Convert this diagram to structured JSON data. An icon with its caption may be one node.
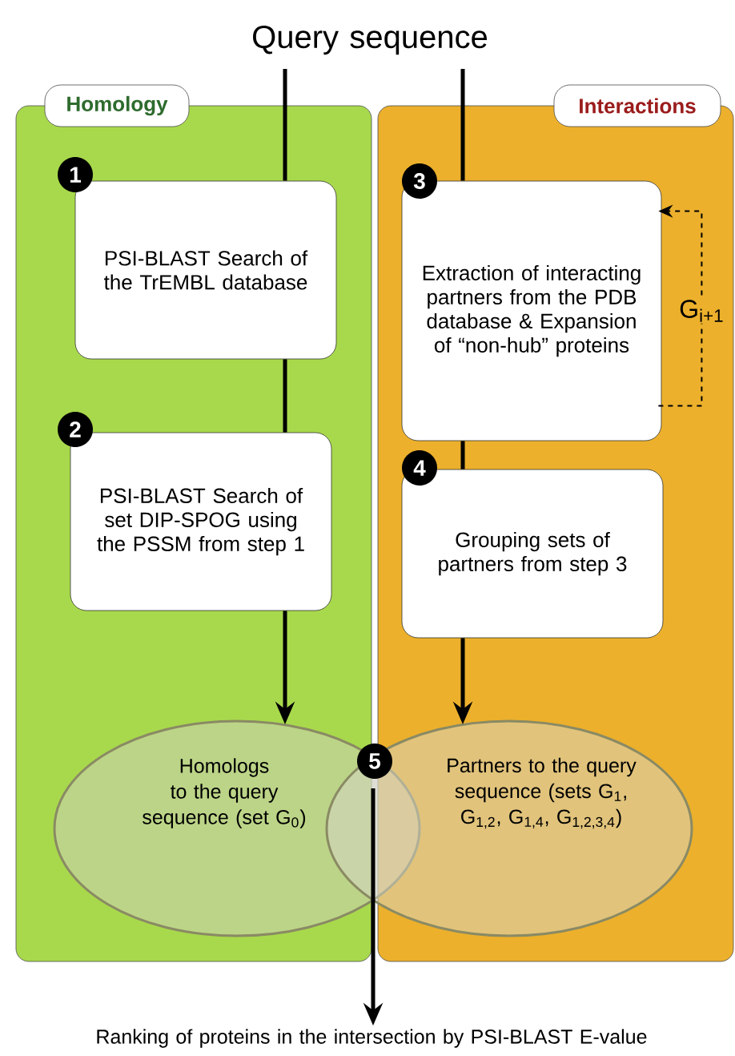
{
  "diagram": {
    "nodes": [
      {
        "text": [
          "Homology"
        ]
      },
      {
        "text": [
          "PSI-BLAST Search of the TrEMBL database"
        ],
        "in": 0,
        "beside": [
          "1"
        ]
      },
      {
        "text": [
          "PSI-BLAST Search of set DIP-SPOG using the PSSM from step 1"
        ],
        "in": 0,
        "beside": [
          "2"
        ]
      },
      {
        "text": [
          "Interactions"
        ]
      },
      {
        "text": [
          "Extraction of interacting partners from the PDB database & Expansion of “non-hub” proteins"
        ],
        "in": 3,
        "beside": [
          "3"
        ]
      },
      {
        "text": [
          "Grouping sets of partners from step 3"
        ],
        "in": 3,
        "beside": [
          "4"
        ]
      },
      {
        "text": [
          "Homologs to the query sequence (set G$_{0}$)"
        ]
      },
      {
        "text": [
          "Partners to the query sequence (sets G$_{1}$, G$_{1,2}$, G$_{1,4}$, G$_{1,2,3,4}$)"
        ]
      },
      {
        "text": [
          "Query sequence"
        ]
      },
      {
        "text": [
          "Ranking of proteins in the intersection by PSI-BLAST E-value"
        ]
      }
    ],
    "edges": [
      {
        "from": 8,
        "to": 1,
        "arrow": "none"
      },
      {
        "from": 1,
        "to": 2,
        "arrow": "none"
      },
      {
        "from": 2,
        "to": 6,
        "arrow": "to"
      },
      {
        "from": 8,
        "to": 4,
        "arrow": "none"
      },
      {
        "from": 4,
        "to": 4,
        "arrow": "to",
        "style": "dashed",
        "label": "G$_{i+1}$"
      },
      {
        "from": 4,
        "to": 5,
        "arrow": "none"
      },
      {
        "from": 5,
        "to": 7,
        "arrow": "to"
      },
      {
        "from": 6,
        "to": 9,
        "arrow": "to"
      },
      {
        "from": 7,
        "to": 9,
        "arrow": "to"
      }
    ],
    "labels": [
      "5"
    ]
  }
}
